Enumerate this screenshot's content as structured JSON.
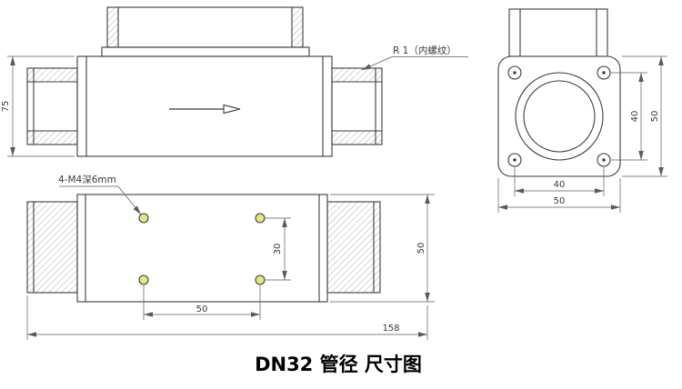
{
  "title": "DN32 管径 尺寸图",
  "side_view": {
    "dim_height": "75",
    "thread_note": "R 1（内螺纹）"
  },
  "end_view": {
    "dim_hole_spacing_vertical": "40",
    "dim_overall_height": "50",
    "dim_hole_spacing_horizontal": "40",
    "dim_overall_width": "50"
  },
  "top_view": {
    "holes_note": "4-M4深6mm",
    "dim_hole_spacing_vertical": "30",
    "dim_hole_spacing_horizontal": "50",
    "dim_body_width": "50",
    "dim_overall_length": "158"
  },
  "colors": {
    "outline": "#3c3c3c",
    "dimension": "#5a5a5a",
    "hatch": "#999999",
    "hole_fill": "#e4e48a",
    "background": "#ffffff"
  }
}
